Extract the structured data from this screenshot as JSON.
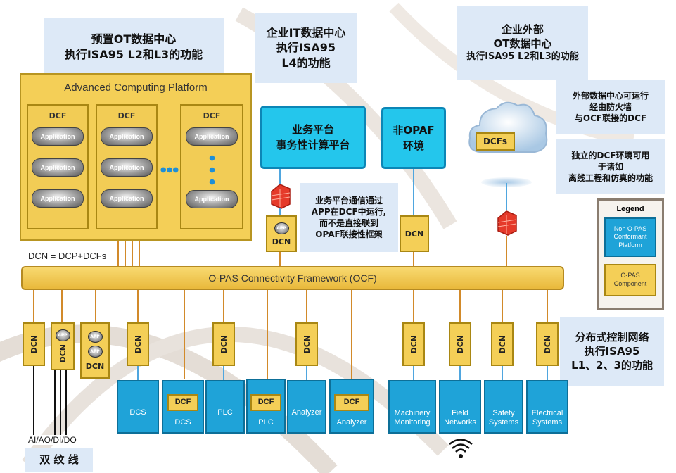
{
  "callouts": {
    "ot_center": [
      "预置OT数据中心",
      "执行ISA95 L2和L3的功能"
    ],
    "it_center": [
      "企业IT数据中心",
      "执行ISA95",
      "L4的功能"
    ],
    "ext_center": [
      "企业外部",
      "OT数据中心",
      "执行ISA95 L2和L3的功能"
    ],
    "ext_dcf": [
      "外部数据中心可运行",
      "经由防火墙",
      "与OCF联接的DCF"
    ],
    "indep_dcf": [
      "独立的DCF环境可用",
      "于诸如",
      "离线工程和仿真的功能"
    ],
    "business_note": [
      "业务平台通信通过",
      "APP在DCF中运行,",
      "而不是直接联到",
      "OPAF联接性框架"
    ],
    "distributed": [
      "分布式控制网络",
      "执行ISA95",
      "L1、2、3的功能"
    ],
    "twisted_pair": "双 纹 线"
  },
  "acp": {
    "title": "Advanced Computing Platform",
    "dcf_label": "DCF",
    "app_label": "Application",
    "dots_h": "●●●",
    "dots_v": "●●●"
  },
  "dcn_note": "DCN = DCP+DCFs",
  "business_platform": [
    "业务平台",
    "事务性计算平台"
  ],
  "non_opaf": [
    "非OPAF",
    "环境"
  ],
  "cloud_label": "DCFs",
  "ocf_label": "O-PAS Connectivity Framework (OCF)",
  "dcn_label": "DCN",
  "app_label_small": "APP",
  "dcf_label": "DCF",
  "io_label": "AI/AO/DI/DO",
  "legend": {
    "title": "Legend",
    "blue": [
      "Non O-PAS",
      "Conformant",
      "Platform"
    ],
    "yellow": [
      "O-PAS",
      "Component"
    ]
  },
  "devices": {
    "dcs1": "DCS",
    "dcs2": "DCS",
    "plc1": "PLC",
    "plc2": "PLC",
    "analyzer1": "Analyzer",
    "analyzer2": "Analyzer",
    "machinery": [
      "Machinery",
      "Monitoring"
    ],
    "field": [
      "Field",
      "Networks"
    ],
    "safety": [
      "Safety",
      "Systems"
    ],
    "electrical": [
      "Electrical",
      "Systems"
    ]
  },
  "colors": {
    "component_yellow": "#f4cf57",
    "platform_blue": "#1fa3d8",
    "callout_bg": "#dde9f7",
    "firewall_red": "#e53a2a"
  }
}
